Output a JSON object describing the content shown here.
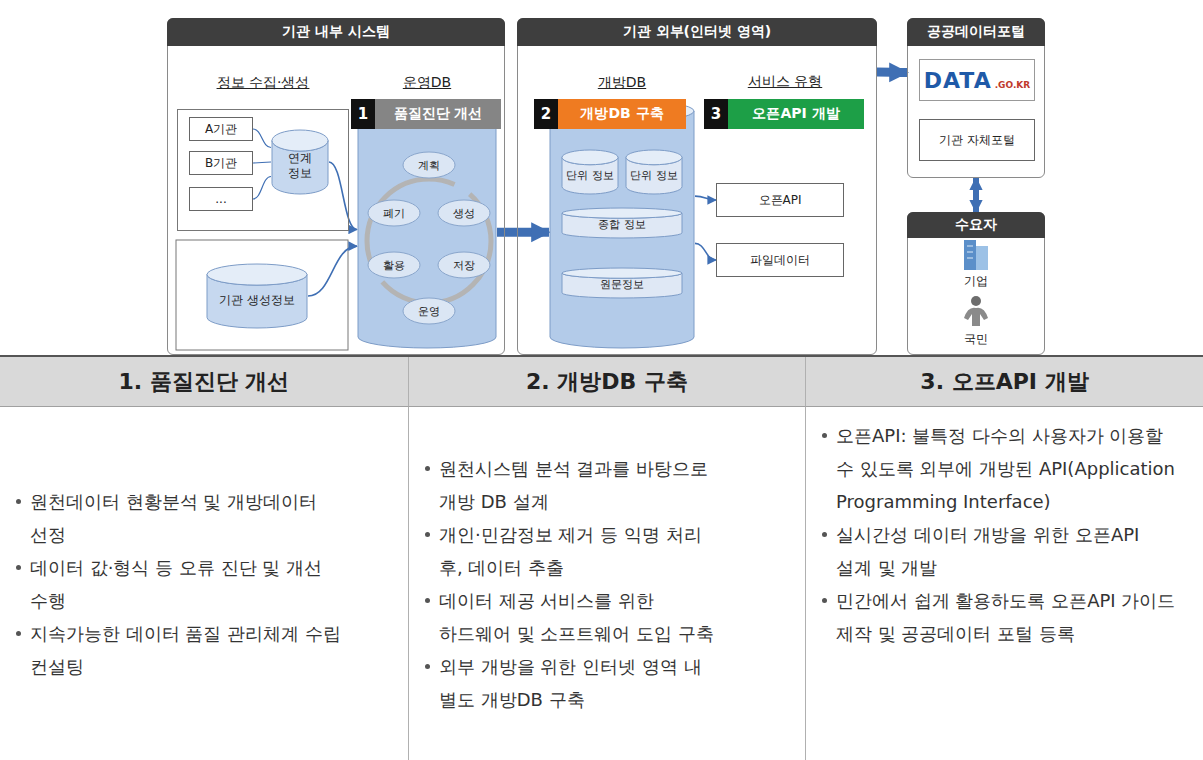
{
  "diagram": {
    "nodes": [
      {
        "text": [
          "기관 내부 시스템"
        ]
      },
      {
        "text": [
          "정보 수집·생성"
        ],
        "in": 0
      },
      {
        "text": [
          "A기관"
        ],
        "in": 1
      },
      {
        "text": [
          "B기관"
        ],
        "in": 1
      },
      {
        "text": [
          "..."
        ],
        "in": 1
      },
      {
        "text": [
          "연계 정보"
        ],
        "in": 1
      },
      {
        "text": [
          "기관 생성정보"
        ],
        "in": 0
      },
      {
        "text": [
          "운영DB"
        ],
        "in": 0
      },
      {
        "text": [
          "1",
          "품질진단 개선"
        ],
        "in": 7
      },
      {
        "text": [
          "계획"
        ],
        "in": 7
      },
      {
        "text": [
          "폐기"
        ],
        "in": 7
      },
      {
        "text": [
          "생성"
        ],
        "in": 7
      },
      {
        "text": [
          "활용"
        ],
        "in": 7
      },
      {
        "text": [
          "저장"
        ],
        "in": 7
      },
      {
        "text": [
          "운영"
        ],
        "in": 7
      },
      {
        "text": [
          "기관 외부(인터넷 영역)"
        ]
      },
      {
        "text": [
          "개방DB"
        ],
        "in": 15
      },
      {
        "text": [
          "2",
          "개방DB 구축"
        ],
        "in": 16
      },
      {
        "text": [
          "단위 정보"
        ],
        "in": 16
      },
      {
        "text": [
          "단위 정보"
        ],
        "in": 16
      },
      {
        "text": [
          "종합 정보"
        ],
        "in": 16
      },
      {
        "text": [
          "원문정보"
        ],
        "in": 16
      },
      {
        "text": [
          "3",
          "오픈API 개발"
        ],
        "in": 15
      },
      {
        "text": [
          "오픈API"
        ],
        "in": 15
      },
      {
        "text": [
          "파일데이터"
        ],
        "in": 15
      },
      {
        "text": [
          "공공데이터포털"
        ]
      },
      {
        "text": [
          "DATA",
          ".GO.KR"
        ],
        "in": 25
      },
      {
        "text": [
          "기관 자체포털"
        ],
        "in": 25
      },
      {
        "text": [
          "수요자",
          "기업",
          "국민"
        ]
      }
    ],
    "edges": [
      {
        "from": 2,
        "to": 5,
        "arrow": "none"
      },
      {
        "from": 3,
        "to": 5,
        "arrow": "none"
      },
      {
        "from": 4,
        "to": 5,
        "arrow": "none"
      },
      {
        "from": 5,
        "to": 7,
        "arrow": "to"
      },
      {
        "from": 6,
        "to": 7,
        "arrow": "to"
      },
      {
        "from": 7,
        "to": 16,
        "arrow": "to"
      },
      {
        "from": 16,
        "to": 23,
        "arrow": "to"
      },
      {
        "from": 16,
        "to": 24,
        "arrow": "to"
      },
      {
        "from": 15,
        "to": 25,
        "arrow": "to"
      },
      {
        "from": 25,
        "to": 28,
        "arrow": "both"
      }
    ],
    "labels": [
      "서비스 유형",
      "1. 품질진단 개선",
      "2. 개방DB 구축",
      "3. 오프API 개발",
      "원천데이터 현황분석 및 개방데이터 선정",
      "데이터 값·형식 등 오류 진단 및 개선 수행",
      "지속가능한 데이터 품질 관리체계 수립 컨설팅",
      "원천시스템 분석 결과를 바탕으로 개방 DB 설계",
      "개인·민감정보 제거 등 익명 처리 후, 데이터 추출",
      "데이터 제공 서비스를 위한 하드웨어 및 소프트웨어 도입 구축",
      "외부 개방을 위한 인터넷 영역 내 별도 개방DB 구축",
      "오픈API: 불특정 다수의 사용자가 이용할 수 있도록 외부에 개방된 API(Application Programming Interface)",
      "실시간성 데이터 개방을 위한 오픈API 설계 및 개발",
      "민간에서 쉽게 활용하도록 오픈API 가이드 제작 및 공공데이터 포털 등록"
    ]
  }
}
